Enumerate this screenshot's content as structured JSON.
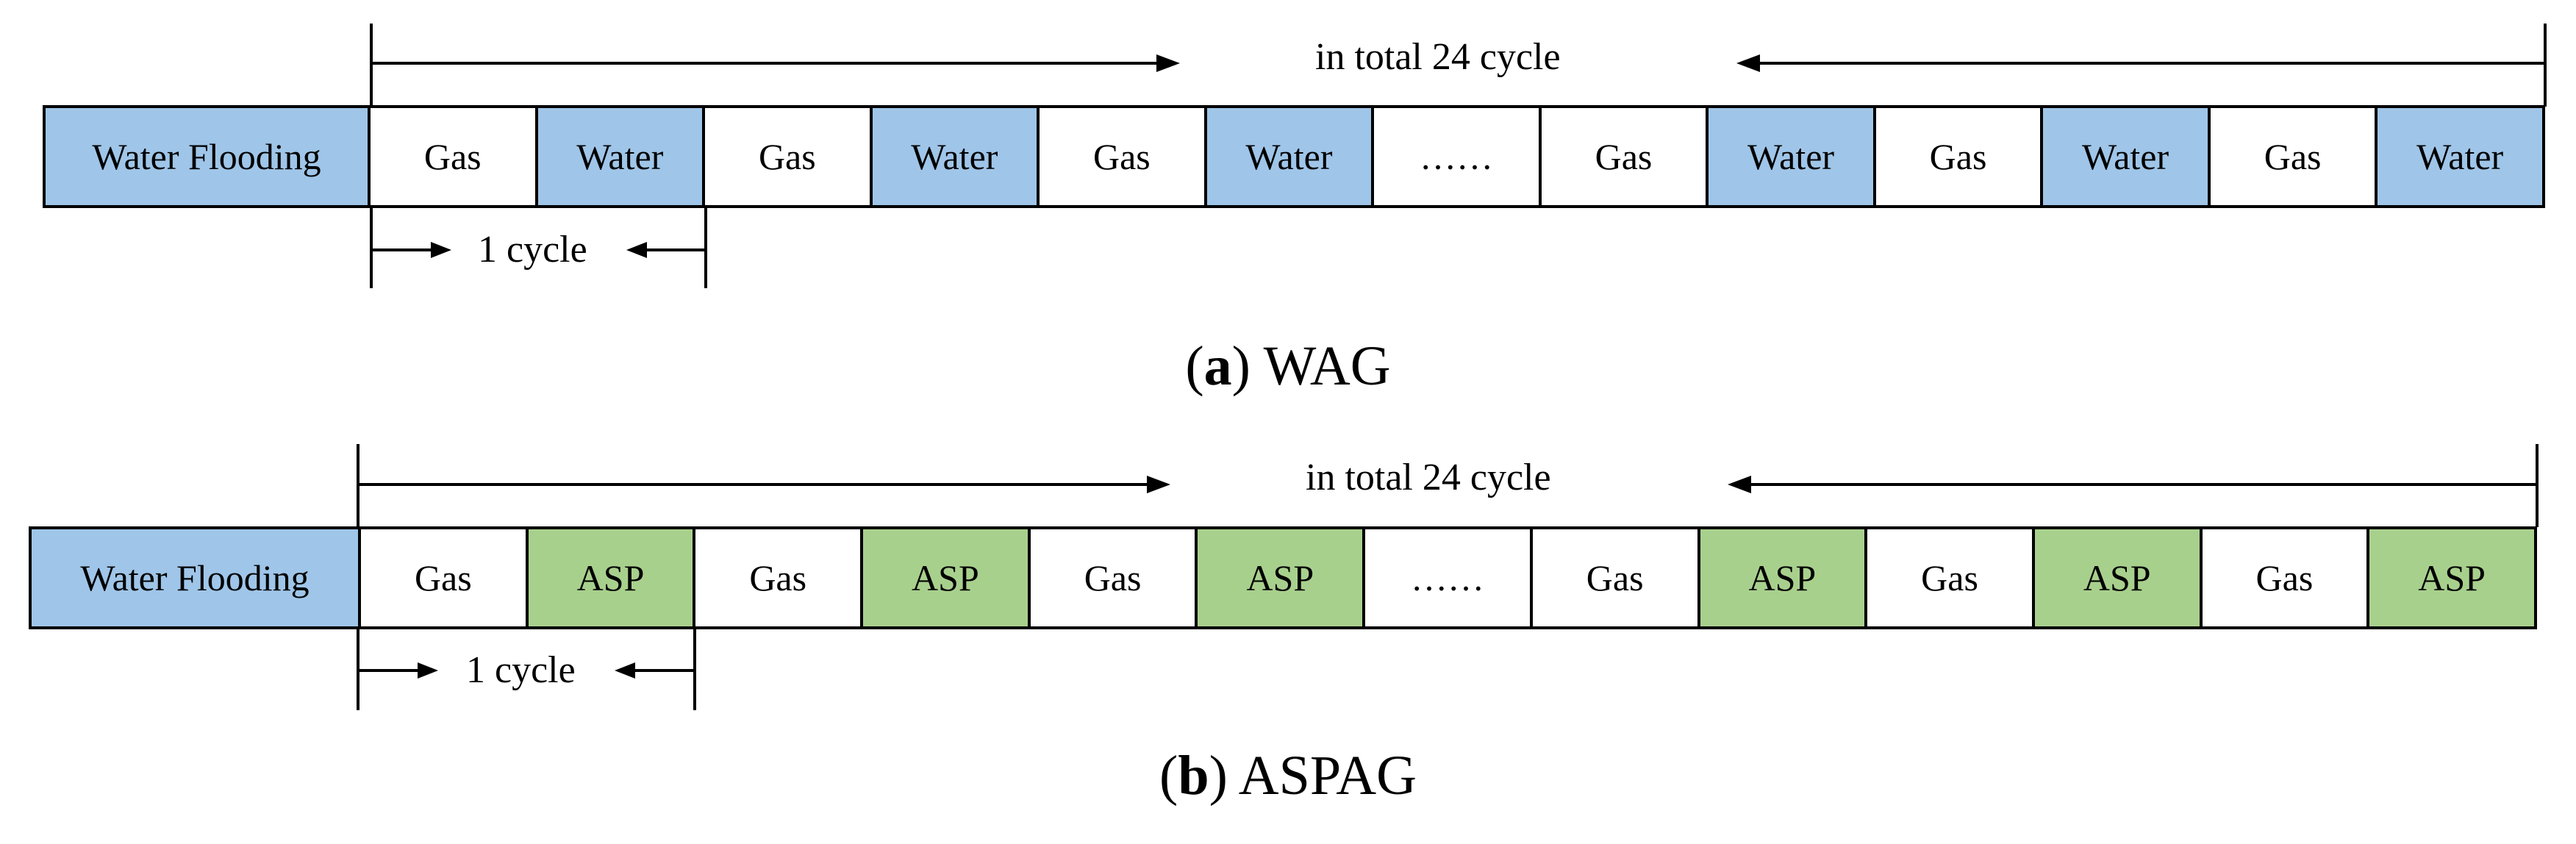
{
  "colors": {
    "water": "#9fc5e8",
    "asp": "#a8d08d",
    "gas": "#ffffff",
    "border": "#000000"
  },
  "panels": [
    {
      "id": "a",
      "total_label": "in total 24 cycle",
      "cycle_label": "1 cycle",
      "caption_letter": "a",
      "caption_text": " WAG",
      "blocks": [
        {
          "label": "Water Flooding",
          "kind": "water"
        },
        {
          "label": "Gas",
          "kind": "gas"
        },
        {
          "label": "Water",
          "kind": "water"
        },
        {
          "label": "Gas",
          "kind": "gas"
        },
        {
          "label": "Water",
          "kind": "water"
        },
        {
          "label": "Gas",
          "kind": "gas"
        },
        {
          "label": "Water",
          "kind": "water"
        },
        {
          "label": "……",
          "kind": "gas"
        },
        {
          "label": "Gas",
          "kind": "gas"
        },
        {
          "label": "Water",
          "kind": "water"
        },
        {
          "label": "Gas",
          "kind": "gas"
        },
        {
          "label": "Water",
          "kind": "water"
        },
        {
          "label": "Gas",
          "kind": "gas"
        },
        {
          "label": "Water",
          "kind": "water"
        }
      ]
    },
    {
      "id": "b",
      "total_label": "in total 24 cycle",
      "cycle_label": "1 cycle",
      "caption_letter": "b",
      "caption_text": " ASPAG",
      "blocks": [
        {
          "label": "Water Flooding",
          "kind": "water"
        },
        {
          "label": "Gas",
          "kind": "gas"
        },
        {
          "label": "ASP",
          "kind": "asp"
        },
        {
          "label": "Gas",
          "kind": "gas"
        },
        {
          "label": "ASP",
          "kind": "asp"
        },
        {
          "label": "Gas",
          "kind": "gas"
        },
        {
          "label": "ASP",
          "kind": "asp"
        },
        {
          "label": "……",
          "kind": "gas"
        },
        {
          "label": "Gas",
          "kind": "gas"
        },
        {
          "label": "ASP",
          "kind": "asp"
        },
        {
          "label": "Gas",
          "kind": "gas"
        },
        {
          "label": "ASP",
          "kind": "asp"
        },
        {
          "label": "Gas",
          "kind": "gas"
        },
        {
          "label": "ASP",
          "kind": "asp"
        }
      ]
    }
  ]
}
